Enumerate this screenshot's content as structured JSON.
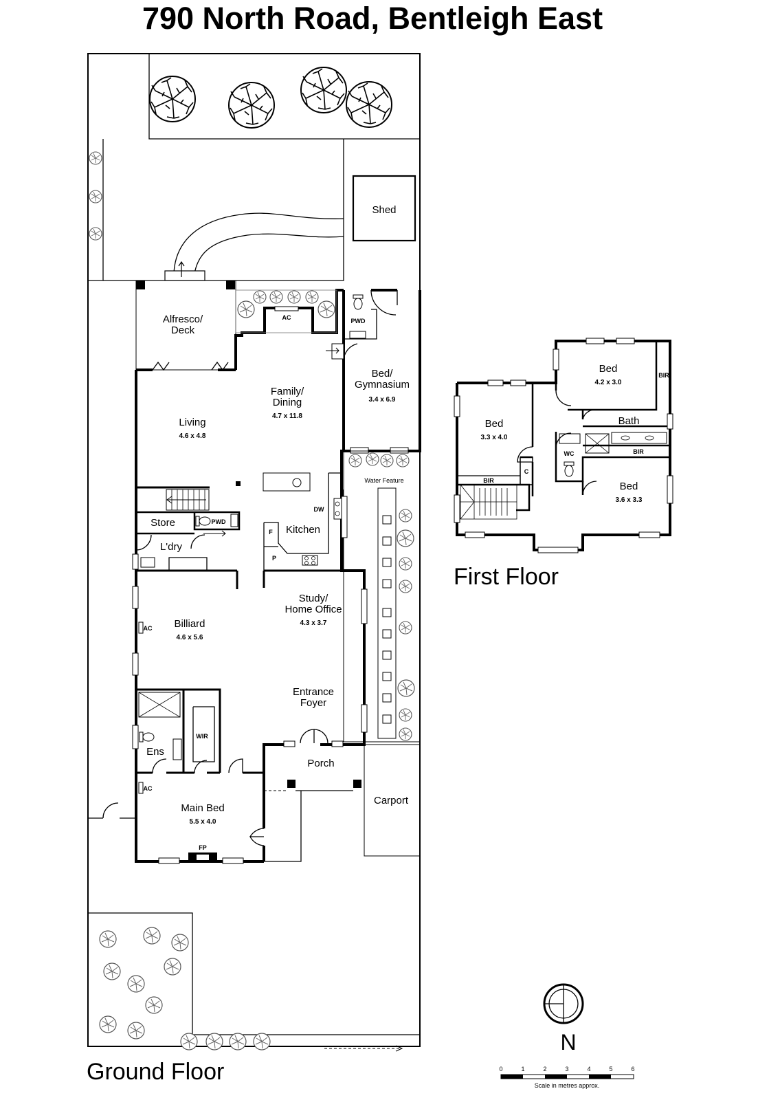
{
  "title": "790 North Road, Bentleigh East",
  "floors": {
    "ground": "Ground Floor",
    "first": "First Floor"
  },
  "ground_rooms": {
    "shed": "Shed",
    "alfresco": "Alfresco/",
    "alfresco2": "Deck",
    "ac_family": "AC",
    "pwd_rear": "PWD",
    "bed_gym": "Bed/",
    "bed_gym2": "Gymnasium",
    "bed_gym_dim": "3.4 x 6.9",
    "family": "Family/",
    "family2": "Dining",
    "family_dim": "4.7 x 11.8",
    "living": "Living",
    "living_dim": "4.6 x 4.8",
    "water_feature": "Water Feature",
    "dw": "DW",
    "store": "Store",
    "pwd": "PWD",
    "kitchen": "Kitchen",
    "fridge": "F",
    "pantry": "P",
    "laundry": "L'dry",
    "study": "Study/",
    "study2": "Home Office",
    "study_dim": "4.3 x 3.7",
    "billiard": "Billiard",
    "billiard_dim": "4.6 x 5.6",
    "ac_billiard": "AC",
    "entrance": "Entrance",
    "entrance2": "Foyer",
    "wir": "WIR",
    "ens": "Ens",
    "porch": "Porch",
    "carport": "Carport",
    "ac_main": "AC",
    "main_bed": "Main Bed",
    "main_bed_dim": "5.5 x 4.0",
    "fp": "FP"
  },
  "first_rooms": {
    "bed1": "Bed",
    "bed1_dim": "4.2 x 3.0",
    "bir1": "BIR",
    "bed2": "Bed",
    "bed2_dim": "3.3 x 4.0",
    "bath": "Bath",
    "bir2": "BIR",
    "wc": "WC",
    "c": "C",
    "bir3": "BIR",
    "bed3": "Bed",
    "bed3_dim": "3.6 x 3.3"
  },
  "compass": {
    "north": "N"
  },
  "scale": {
    "ticks": [
      "0",
      "1",
      "2",
      "3",
      "4",
      "5",
      "6"
    ],
    "caption": "Scale in metres approx."
  }
}
